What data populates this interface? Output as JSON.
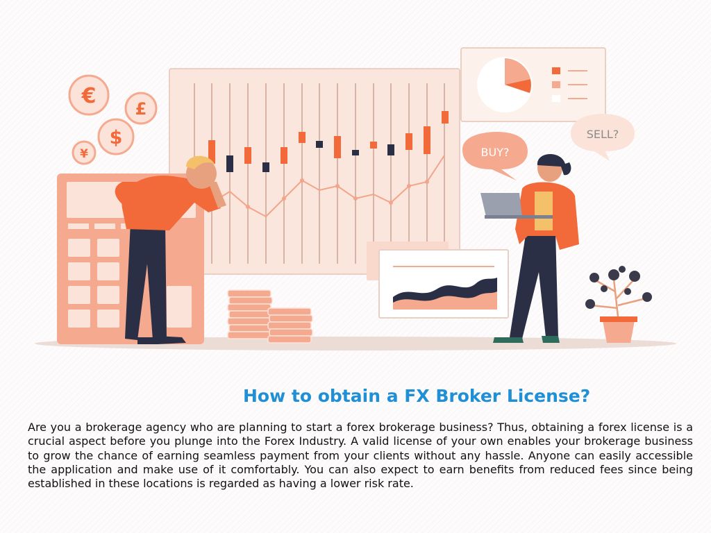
{
  "illustration": {
    "currency_symbols": [
      "€",
      "£",
      "$",
      "¥"
    ],
    "bubble_buy": "BUY?",
    "bubble_sell": "SELL?"
  },
  "colors": {
    "accent_orange": "#f26a3a",
    "peach": "#f5a98e",
    "light_peach": "#fbe3d9",
    "title_blue": "#1f8fd6",
    "dark_navy": "#2b2f45"
  },
  "article": {
    "title": "How to obtain a FX Broker License?",
    "body": "Are you a brokerage agency who are planning to start a forex brokerage business? Thus, obtaining a forex license is a crucial aspect before you plunge into the Forex Industry. A valid license of your own enables your brokerage business to grow the chance of earning seamless payment from your clients without any hassle. Anyone can easily accessible the application and make use of it comfortably. You can also expect to earn benefits from reduced fees since being established in these locations is regarded as having a lower risk rate."
  }
}
